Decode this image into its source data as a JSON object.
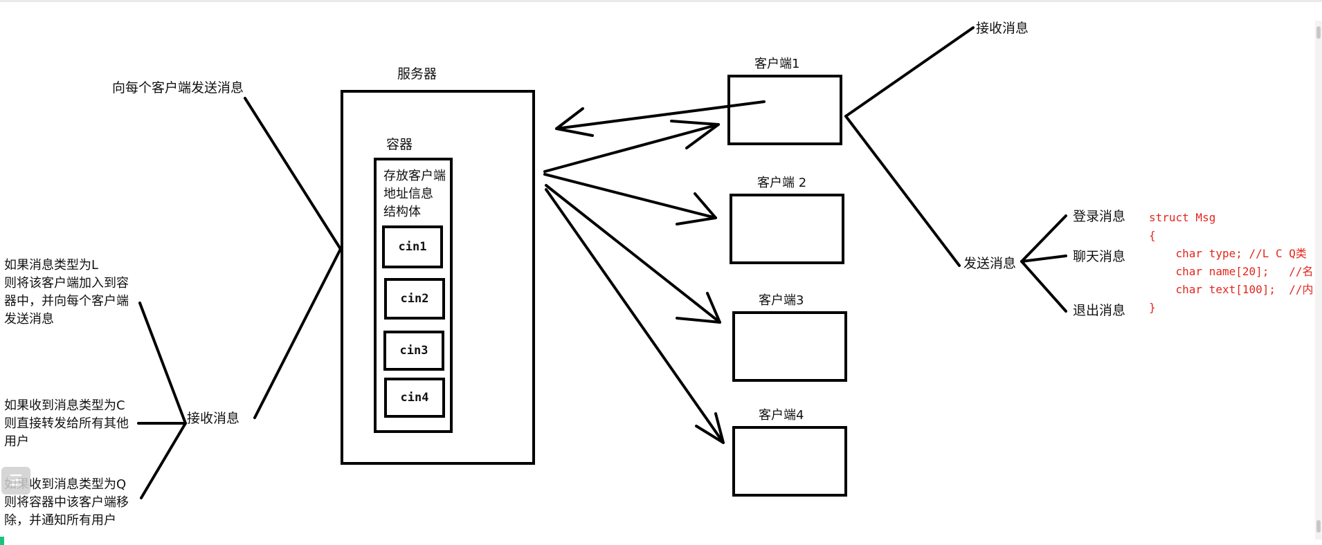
{
  "title": "服务器",
  "server": {
    "label": "服务器",
    "container_label": "容器",
    "container_text": [
      "存放客户端",
      "地址信息",
      "结构体"
    ],
    "slots": [
      "cin1",
      "cin2",
      "cin3",
      "cin4"
    ]
  },
  "clients": [
    "客户端1",
    "客户端 2",
    "客户端3",
    "客户端4"
  ],
  "left": {
    "broadcast": "向每个客户端发送消息",
    "receive": "接收消息",
    "notes": [
      [
        "如果消息类型为L",
        "则将该客户端加入到容",
        "器中，并向每个客户端",
        "发送消息"
      ],
      [
        "如果收到消息类型为C",
        "则直接转发给所有其他",
        "用户"
      ],
      [
        "如果收到消息类型为Q",
        "则将容器中该客户端移",
        "除，并通知所有用户"
      ]
    ]
  },
  "right": {
    "receive": "接收消息",
    "send": "发送消息",
    "types": [
      "登录消息",
      "聊天消息",
      "退出消息"
    ]
  },
  "code": [
    "struct Msg",
    "{",
    "    char type; //L C Q类",
    "    char name[20];   //名",
    "    char text[100];  //内",
    "}"
  ],
  "ui": {
    "menu_icon": "list-icon",
    "code_color": "#e2261c"
  }
}
